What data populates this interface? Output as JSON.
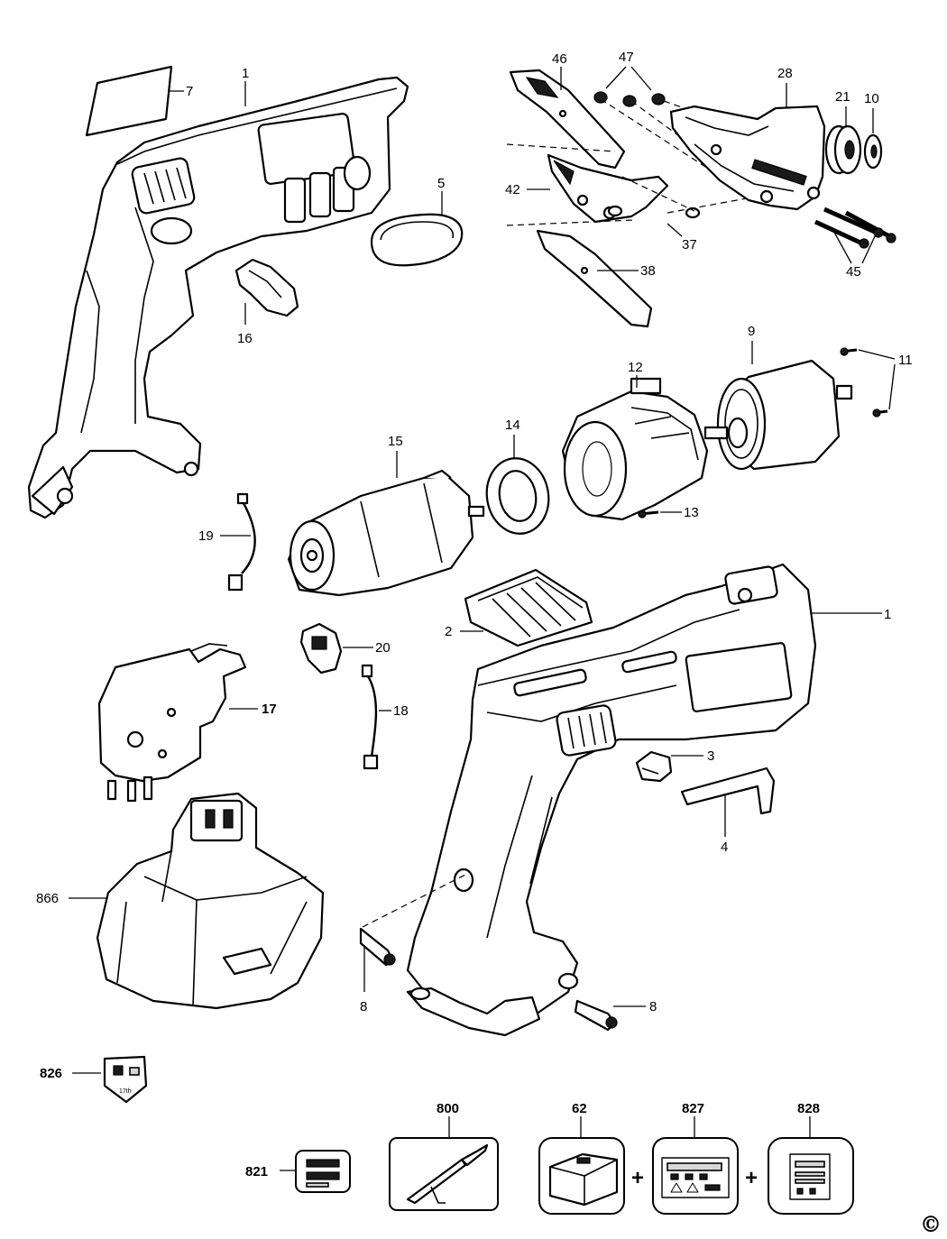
{
  "labels": {
    "p1_top": "1",
    "p7": "7",
    "p5": "5",
    "p16": "16",
    "p46": "46",
    "p47": "47",
    "p28": "28",
    "p21": "21",
    "p10": "10",
    "p42": "42",
    "p37": "37",
    "p38": "38",
    "p45": "45",
    "p9": "9",
    "p11": "11",
    "p12": "12",
    "p13": "13",
    "p14": "14",
    "p15": "15",
    "p19": "19",
    "p1_bottom": "1",
    "p2": "2",
    "p20": "20",
    "p17": "17",
    "p18": "18",
    "p3": "3",
    "p4": "4",
    "p866": "866",
    "p8_left": "8",
    "p8_right": "8",
    "p826": "826",
    "p800": "800",
    "p62": "62",
    "p827": "827",
    "p828": "828",
    "p821": "821"
  },
  "symbols": {
    "plus_1": "+",
    "plus_2": "+",
    "copyright": "©"
  },
  "label_badge_text": "17th"
}
